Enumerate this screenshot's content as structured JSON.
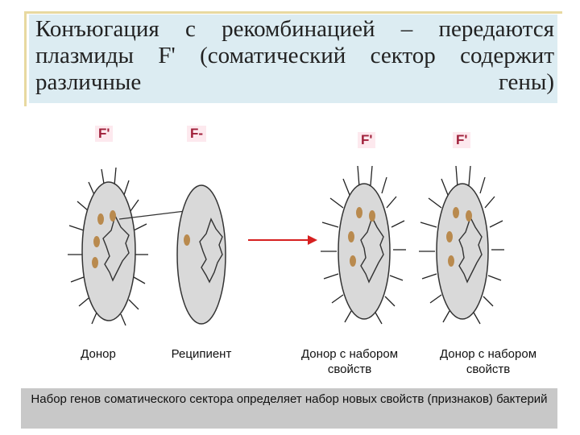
{
  "title": "Конъюгация с рекомбинацией – передаются плазмиды F' (соматический сектор содержит различные гены)",
  "cells": [
    {
      "plasmid_label": "F'",
      "caption": "Донор"
    },
    {
      "plasmid_label": "F-",
      "caption": "Реципиент"
    },
    {
      "plasmid_label": "F'",
      "caption": "Донор с набором свойств"
    },
    {
      "plasmid_label": "F'",
      "caption": "Донор с набором свойств"
    }
  ],
  "footer": "Набор генов соматического сектора определяет набор новых свойств (признаков) бактерий",
  "colors": {
    "title_bg": "#dcecf2",
    "cell_fill": "#d9d9d9",
    "plasmid": "#b98a4e",
    "arrow": "#d62020",
    "label_bg": "#fde9ee",
    "label_text": "#a0203a",
    "footer_bg": "#c8c8c8"
  }
}
